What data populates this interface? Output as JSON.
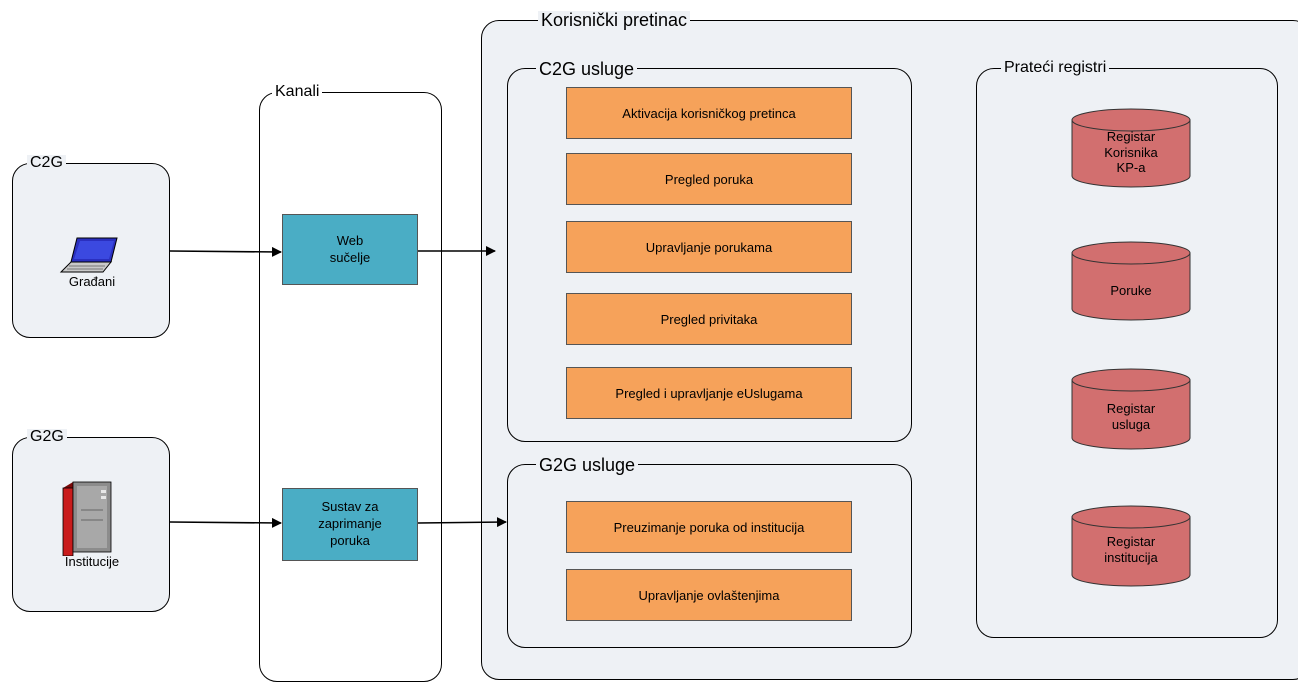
{
  "actors": {
    "c2g": {
      "title": "C2G",
      "label": "Građani",
      "icon": "laptop-icon"
    },
    "g2g": {
      "title": "G2G",
      "label": "Institucije",
      "icon": "server-icon"
    }
  },
  "channels": {
    "title": "Kanali",
    "web": "Web\nsučelje",
    "intake": "Sustav za\nzaprimanje\nporuka"
  },
  "mailbox": {
    "title": "Korisnički pretinac",
    "c2g_services": {
      "title": "C2G usluge",
      "items": [
        "Aktivacija korisničkog pretinca",
        "Pregled poruka",
        "Upravljanje porukama",
        "Pregled privitaka",
        "Pregled i upravljanje  eUslugama"
      ]
    },
    "g2g_services": {
      "title": "G2G usluge",
      "items": [
        "Preuzimanje poruka od institucija",
        "Upravljanje ovlaštenjima"
      ]
    },
    "registries": {
      "title": "Prateći registri",
      "items": [
        "Registar\nKorisnika\nKP-a",
        "Poruke",
        "Registar\nusluga",
        "Registar\ninstitucija"
      ]
    }
  },
  "colors": {
    "service_fill": "#f6a25a",
    "channel_fill": "#4aadc5",
    "registry_fill": "#d26f6f",
    "group_fill": "#eef1f5"
  }
}
